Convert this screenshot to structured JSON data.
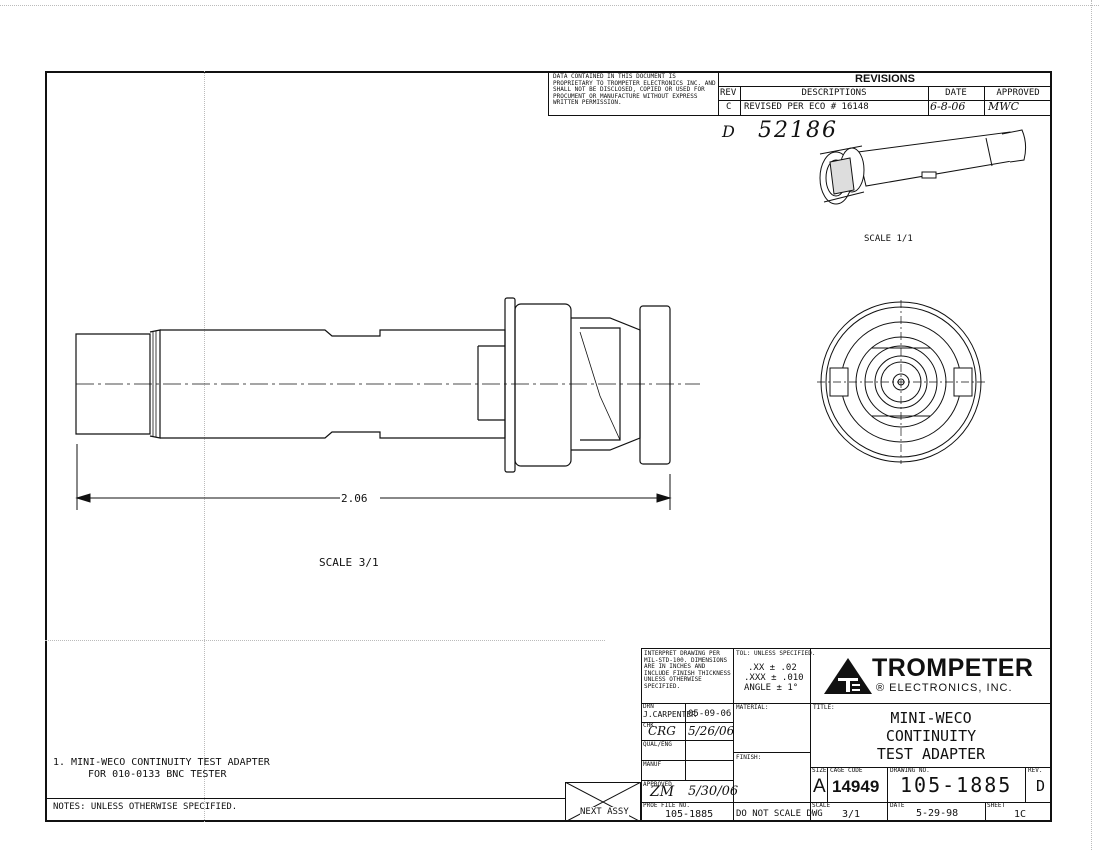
{
  "proprietary_notice": "DATA CONTAINED IN THIS DOCUMENT IS PROPRIETARY TO TROMPETER ELECTRONICS INC. AND SHALL NOT BE DISCLOSED, COPIED OR USED FOR PROCUMENT OR MANUFACTURE WITHOUT EXPRESS WRITTEN PERMISSION.",
  "revisions": {
    "title": "REVISIONS",
    "headers": {
      "rev": "REV",
      "desc": "DESCRIPTIONS",
      "date": "DATE",
      "approved": "APPROVED"
    },
    "rows": [
      {
        "rev": "C",
        "desc": "REVISED PER ECO # 16148",
        "date": "6-8-06",
        "approved": "MWC"
      }
    ],
    "handwritten_rev": "D",
    "handwritten_eco": "52186"
  },
  "views": {
    "iso_scale": "SCALE  1/1",
    "side_scale": "SCALE  3/1",
    "dimension": "2.06"
  },
  "notes": {
    "item1_line1": "1.  MINI-WECO CONTINUITY TEST ADAPTER",
    "item1_line2": "FOR 010-0133 BNC TESTER",
    "footer": "NOTES: UNLESS OTHERWISE SPECIFIED."
  },
  "title_block": {
    "interpret": "INTERPRET DRAWING PER MIL-STD-100. DIMENSIONS ARE IN INCHES AND INCLUDE FINISH THICKNESS UNLESS OTHERWISE SPECIFIED.",
    "tol_label": "TOL: UNLESS SPECIFIED.",
    "tol_xx": ".XX  ±  .02",
    "tol_xxx": ".XXX  ±  .010",
    "tol_angle": "ANGLE  ±  1°",
    "material_label": "MATERIAL:",
    "finish_label": "FINISH:",
    "title_label": "TITLE:",
    "title_line1": "MINI-WECO",
    "title_line2": "CONTINUITY",
    "title_line3": "TEST ADAPTER",
    "drn_label": "DRN",
    "drn_name": "J.CARPENTER",
    "drn_date": "05-09-06",
    "chk_label": "CHK",
    "chk_name": "CRG",
    "chk_date": "5/26/06",
    "qual_label": "QUAL/ENG",
    "manuf_label": "MANUF",
    "approved_label": "APPROVED",
    "approved_sig": "ZM",
    "approved_date": "5/30/06",
    "next_assy": "NEXT ASSY",
    "proe_label": "PROE FILE NO.",
    "proe_value": "105-1885",
    "do_not_scale": "DO NOT SCALE DWG",
    "size_label": "SIZE",
    "size_value": "A",
    "cage_label": "CAGE CODE",
    "cage_value": "14949",
    "drawing_no_label": "DRAWING NO.",
    "drawing_no": "105-1885",
    "rev_label": "REV.",
    "rev_value": "D",
    "scale_label": "SCALE",
    "scale_value": "3/1",
    "date_label": "DATE",
    "date_value": "5-29-98",
    "sheet_label": "SHEET",
    "sheet_value": "1C"
  },
  "company": {
    "name": "TROMPETER",
    "sub": "® ELECTRONICS,  INC."
  }
}
